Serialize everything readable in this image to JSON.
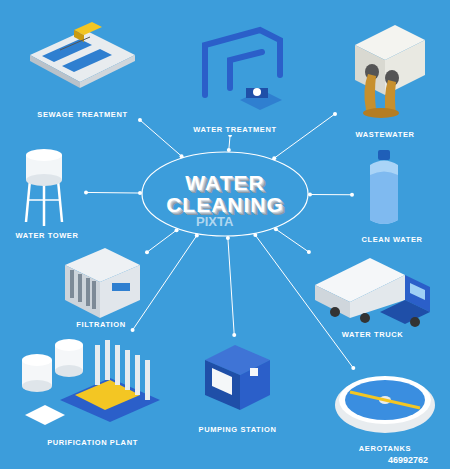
{
  "diagram": {
    "nodes": [
      {
        "text": [
          "WATER CLEANING"
        ]
      },
      {
        "text": [
          "SEWAGE TREATMENT"
        ]
      },
      {
        "text": [
          "WATER TREATMENT"
        ]
      },
      {
        "text": [
          "WASTEWATER"
        ]
      },
      {
        "text": [
          "WATER TOWER"
        ]
      },
      {
        "text": [
          "CLEAN WATER"
        ]
      },
      {
        "text": [
          "FILTRATION"
        ]
      },
      {
        "text": [
          "WATER TRUCK"
        ]
      },
      {
        "text": [
          "PURIFICATION PLANT"
        ]
      },
      {
        "text": [
          "PUMPING STATION"
        ]
      },
      {
        "text": [
          "AEROTANKS"
        ]
      }
    ],
    "edges": [
      {
        "from": 0,
        "to": 1,
        "arrow": "none"
      },
      {
        "from": 0,
        "to": 2,
        "arrow": "none"
      },
      {
        "from": 0,
        "to": 3,
        "arrow": "none"
      },
      {
        "from": 0,
        "to": 4,
        "arrow": "none"
      },
      {
        "from": 0,
        "to": 5,
        "arrow": "none"
      },
      {
        "from": 0,
        "to": 6,
        "arrow": "none"
      },
      {
        "from": 0,
        "to": 7,
        "arrow": "none"
      },
      {
        "from": 0,
        "to": 8,
        "arrow": "none"
      },
      {
        "from": 0,
        "to": 9,
        "arrow": "none"
      },
      {
        "from": 0,
        "to": 10,
        "arrow": "none"
      }
    ],
    "labels": [
      "PIXTA",
      "46992762"
    ]
  }
}
